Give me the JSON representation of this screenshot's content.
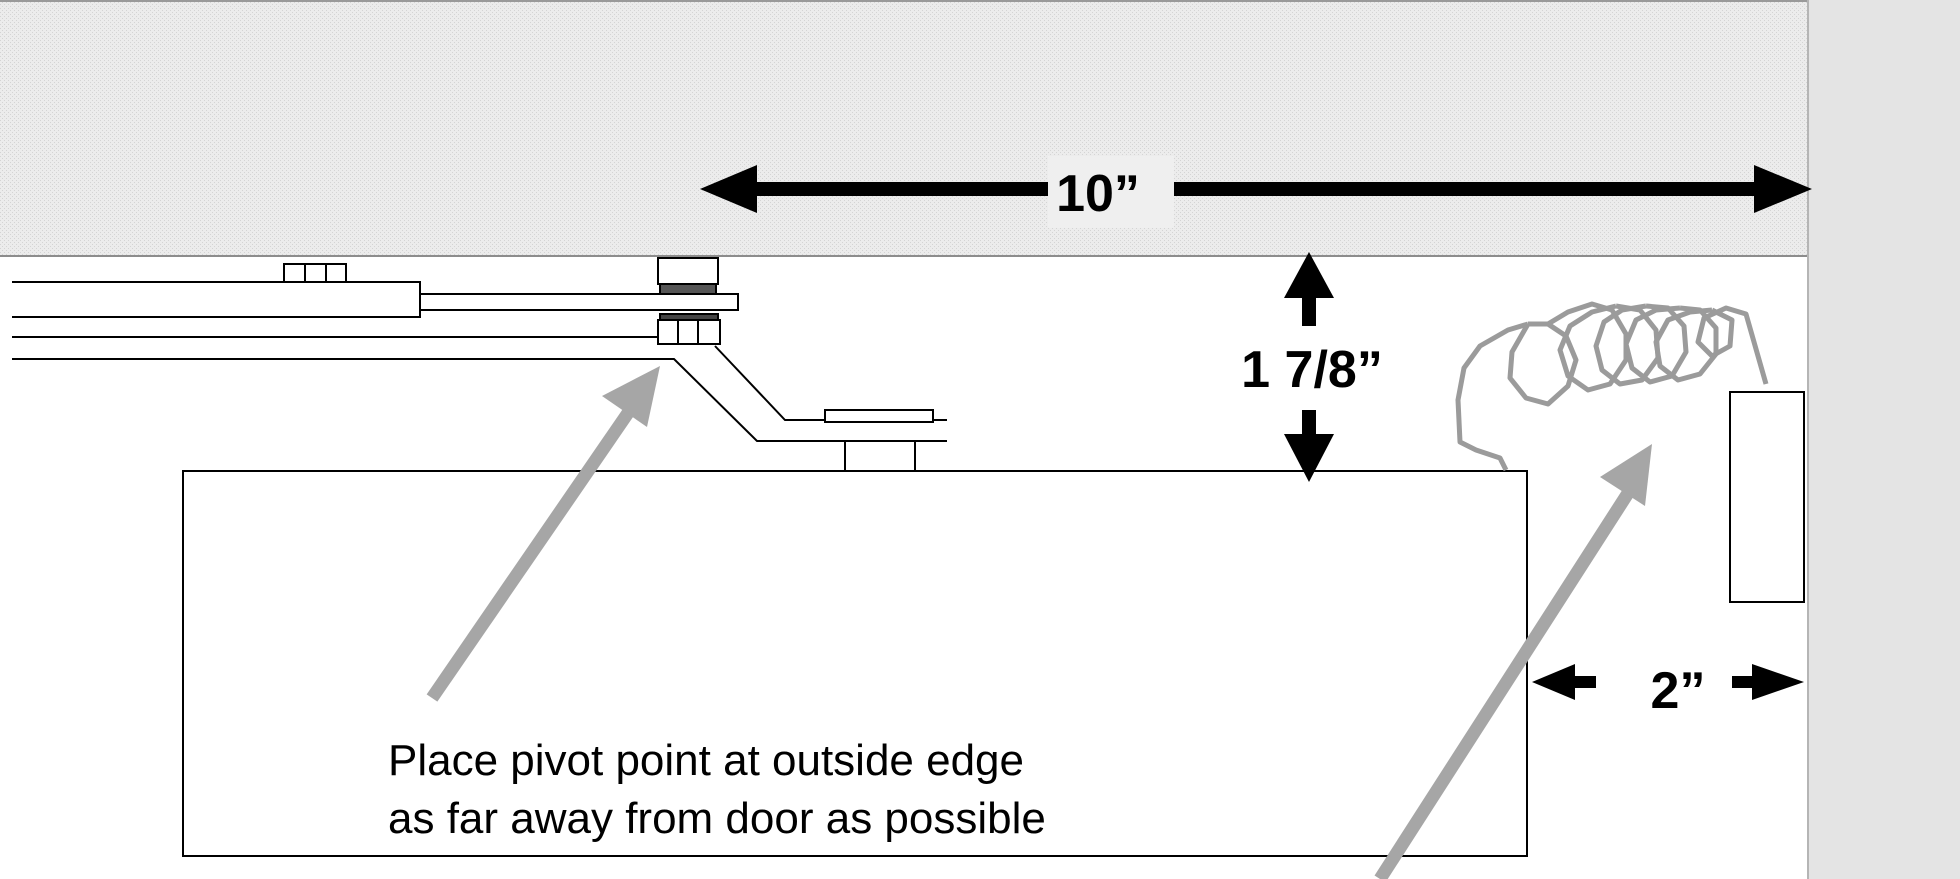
{
  "dimensions": {
    "width_label": "10”",
    "height_label": "1 7/8”",
    "gap_label": "2”"
  },
  "note": {
    "line1": "Place pivot point at outside edge",
    "line2": "as far away from door as possible"
  },
  "colors": {
    "header_band": "#e9e9e9",
    "side_panel": "#e4e4e4",
    "pointer_arrow": "#a6a6a6",
    "spring_coil": "#9b9b9b",
    "outline": "#000000",
    "label_box": "#efefef"
  }
}
